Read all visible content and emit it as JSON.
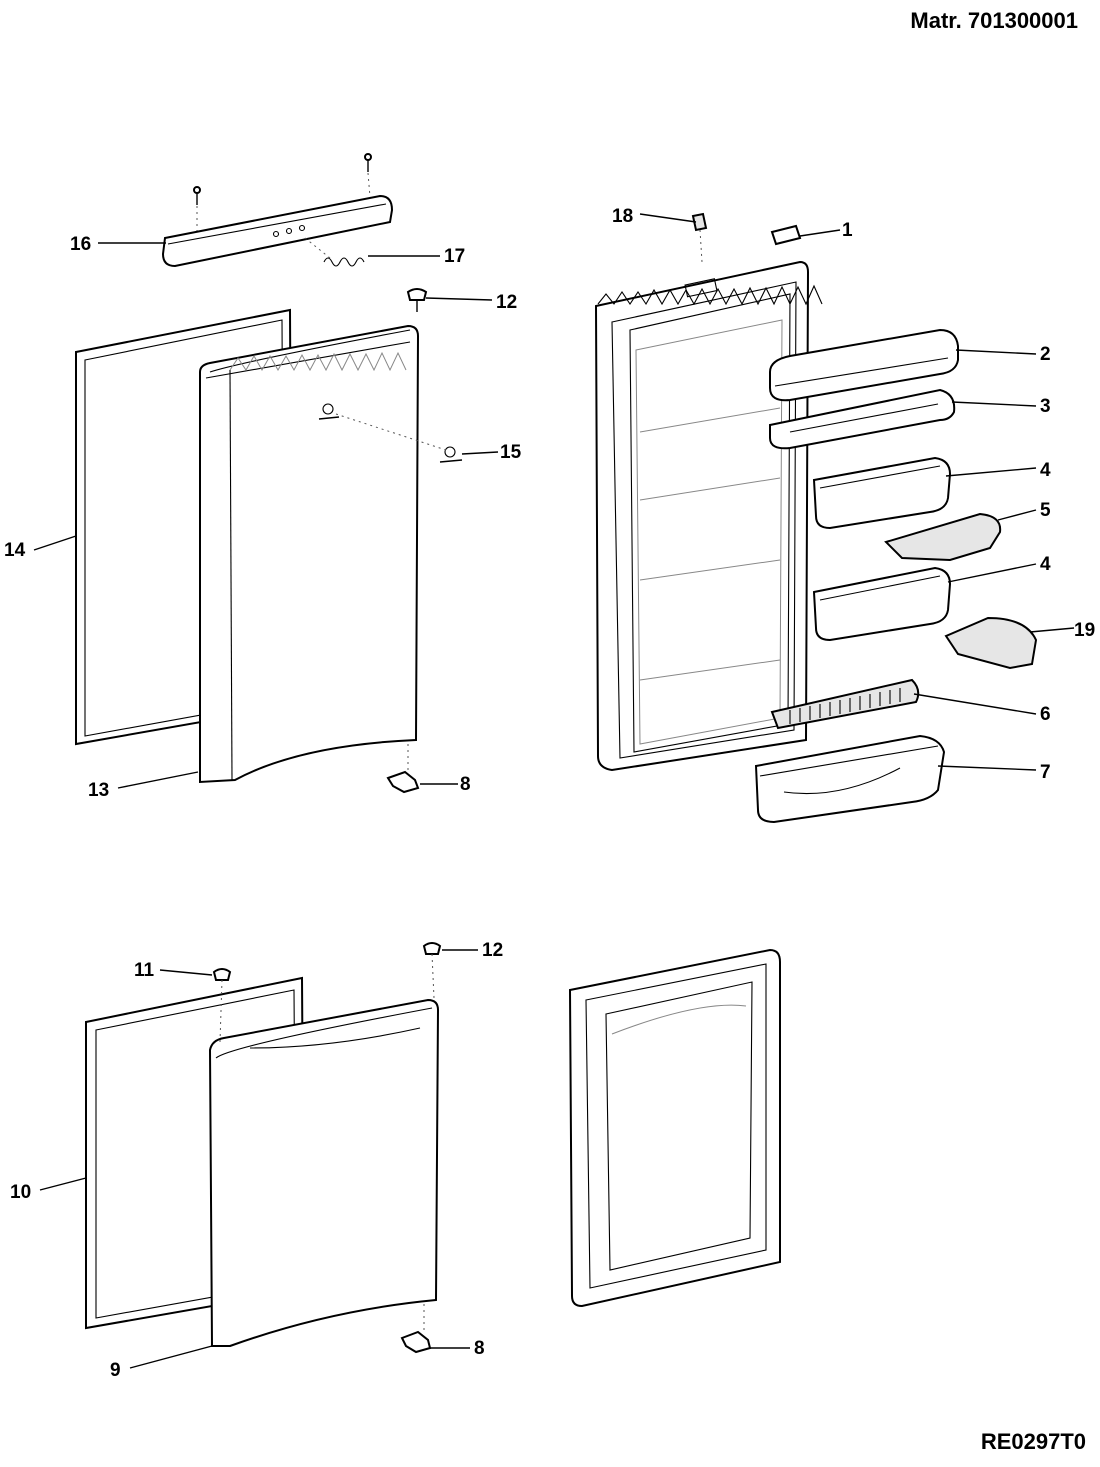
{
  "header": {
    "model": "Matr. 701300001"
  },
  "footer": {
    "code": "RE0297T0"
  },
  "callouts": {
    "c1": "1",
    "c2": "2",
    "c3": "3",
    "c4a": "4",
    "c4b": "4",
    "c5": "5",
    "c6": "6",
    "c7": "7",
    "c8a": "8",
    "c8b": "8",
    "c9": "9",
    "c10": "10",
    "c11": "11",
    "c12a": "12",
    "c12b": "12",
    "c13": "13",
    "c14": "14",
    "c15": "15",
    "c16": "16",
    "c17": "17",
    "c18": "18",
    "c19": "19"
  }
}
